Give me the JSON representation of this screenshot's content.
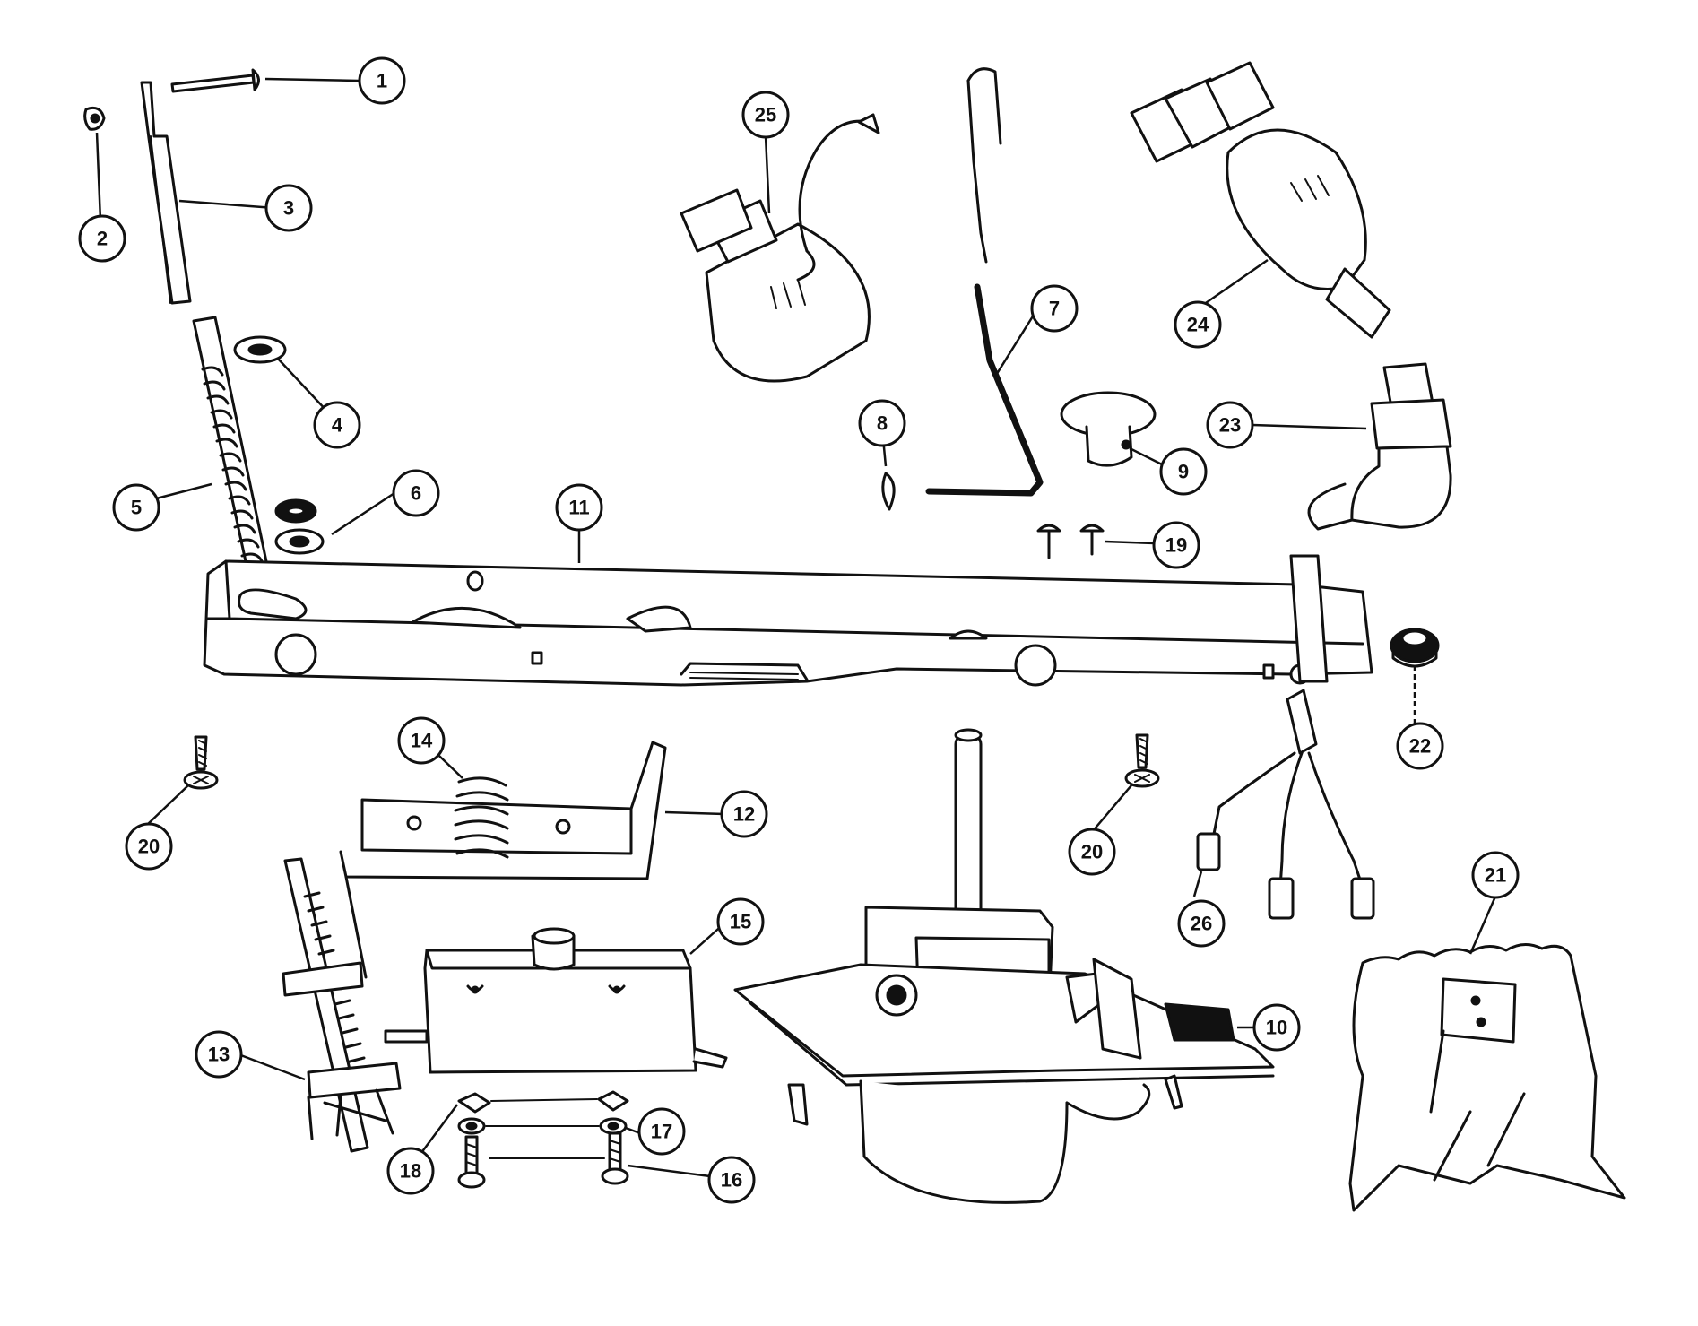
{
  "callouts": [
    {
      "id": "1",
      "label": "1"
    },
    {
      "id": "2",
      "label": "2"
    },
    {
      "id": "3",
      "label": "3"
    },
    {
      "id": "4a",
      "label": "4"
    },
    {
      "id": "5",
      "label": "5"
    },
    {
      "id": "6",
      "label": "6"
    },
    {
      "id": "7",
      "label": "7"
    },
    {
      "id": "8",
      "label": "8"
    },
    {
      "id": "9",
      "label": "9"
    },
    {
      "id": "10",
      "label": "10"
    },
    {
      "id": "11",
      "label": "11"
    },
    {
      "id": "12",
      "label": "12"
    },
    {
      "id": "13",
      "label": "13"
    },
    {
      "id": "14",
      "label": "14"
    },
    {
      "id": "15",
      "label": "15"
    },
    {
      "id": "16",
      "label": "16"
    },
    {
      "id": "17",
      "label": "17"
    },
    {
      "id": "18",
      "label": "18"
    },
    {
      "id": "19",
      "label": "19"
    },
    {
      "id": "20a",
      "label": "20"
    },
    {
      "id": "20b",
      "label": "20"
    },
    {
      "id": "21",
      "label": "21"
    },
    {
      "id": "22",
      "label": "22"
    },
    {
      "id": "23",
      "label": "23"
    },
    {
      "id": "24",
      "label": "24"
    },
    {
      "id": "25",
      "label": "25"
    },
    {
      "id": "26",
      "label": "26"
    }
  ]
}
